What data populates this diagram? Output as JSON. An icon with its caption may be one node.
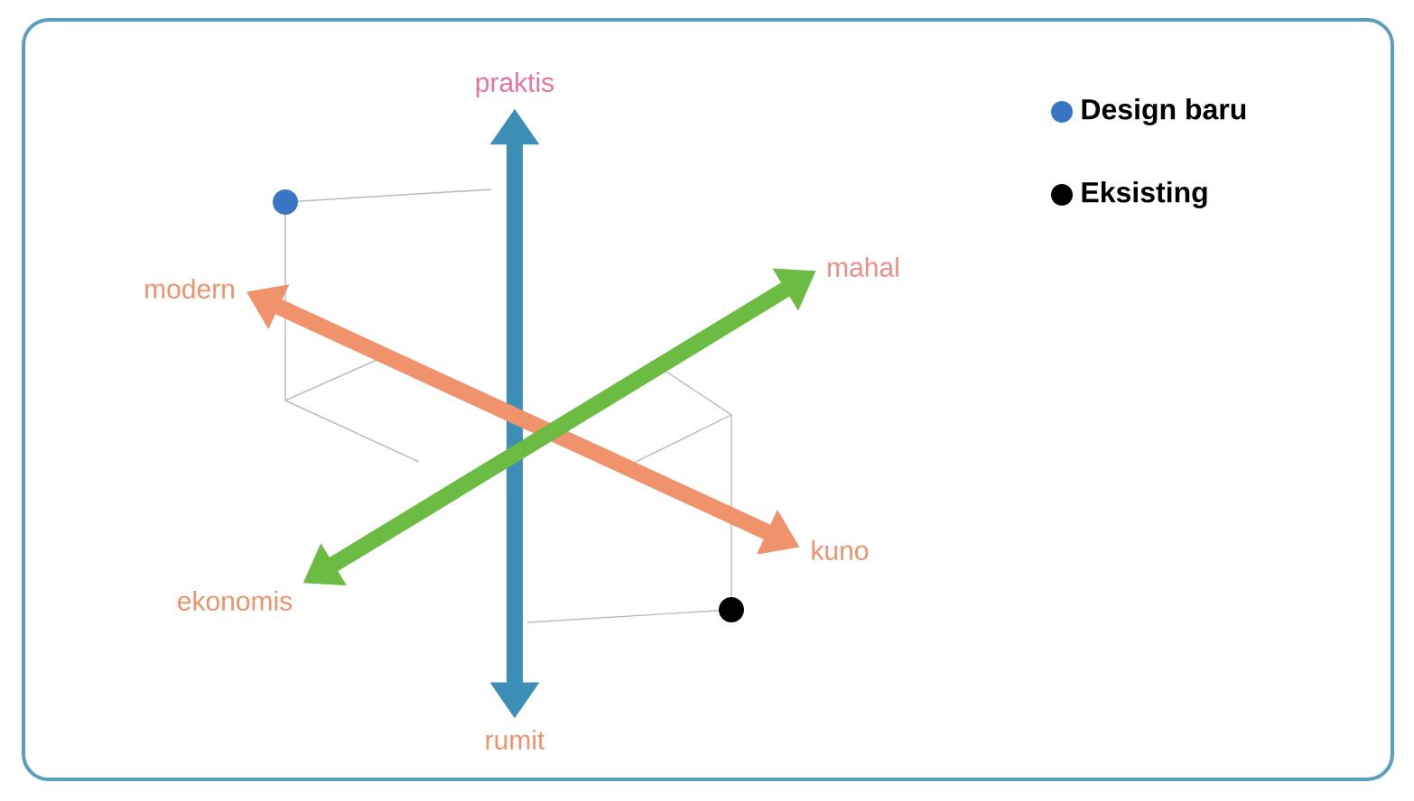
{
  "diagram": {
    "nodes": [
      {
        "text": [
          "praktis"
        ]
      },
      {
        "text": [
          "modern"
        ]
      },
      {
        "text": [
          "mahal"
        ]
      },
      {
        "text": [
          "kuno"
        ]
      },
      {
        "text": [
          "ekonomis"
        ]
      },
      {
        "text": [
          "rumit"
        ]
      }
    ],
    "edges": [
      {
        "from": 0,
        "to": 5,
        "arrow": "both",
        "color": "#3d8fb8"
      },
      {
        "from": 1,
        "to": 3,
        "arrow": "both",
        "color": "#f0926c"
      },
      {
        "from": 4,
        "to": 2,
        "arrow": "both",
        "color": "#6cbb42"
      }
    ],
    "legend": [
      {
        "text": "Design baru",
        "color": "#3a76c4"
      },
      {
        "text": "Eksisting",
        "color": "#000000"
      }
    ]
  }
}
